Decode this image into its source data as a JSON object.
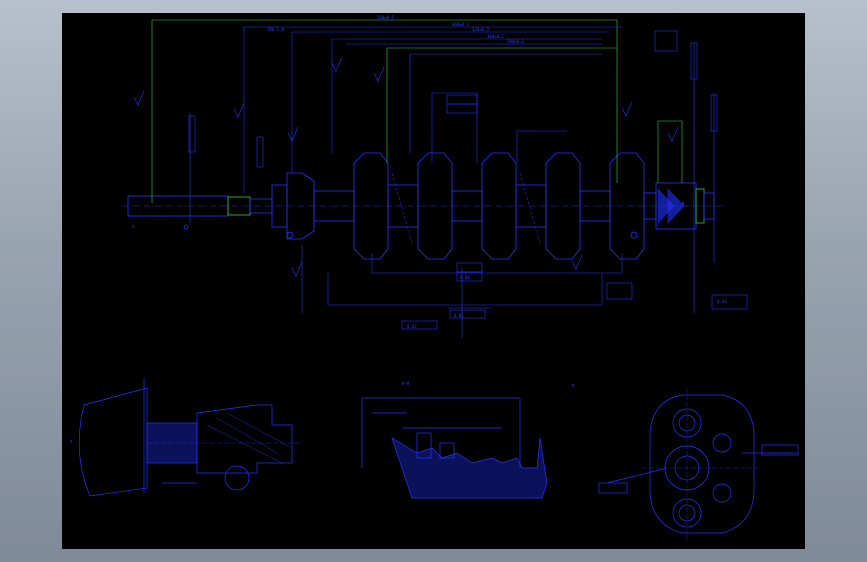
{
  "drawing": {
    "top_dims": [
      "500±0.5",
      "360±0.3",
      "320±0.3",
      "300±0.2",
      "280±0.2",
      "100-1.0"
    ],
    "bottom_tol_1": "0.04",
    "bottom_tol_2": "0.05",
    "bottom_tol_3": "0.02",
    "datum_a": "A",
    "datum_b": "B",
    "section_left_label": "A",
    "section_mid_title": "H-H",
    "section_right_title": "K",
    "right_note": "0.03",
    "colors": {
      "background": "#000000",
      "frame": "#9aa4b0",
      "line_blue": "#2233ff",
      "line_green": "#2fd040",
      "text": "#2a3cff"
    }
  }
}
